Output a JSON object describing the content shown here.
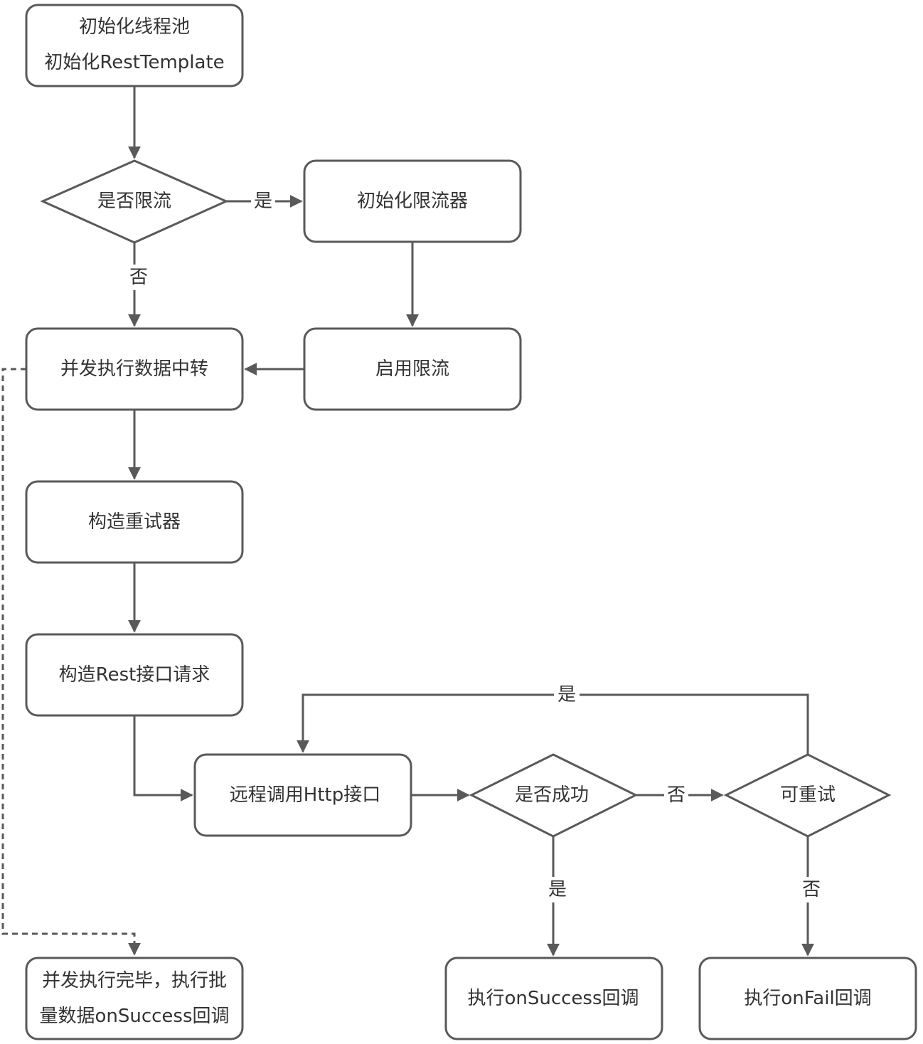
{
  "nodes": {
    "init": {
      "line1": "初始化线程池",
      "line2": "初始化RestTemplate"
    },
    "rate_limit_check": {
      "label": "是否限流"
    },
    "init_limiter": {
      "label": "初始化限流器"
    },
    "enable_limit": {
      "label": "启用限流"
    },
    "concurrent_exec": {
      "label": "并发执行数据中转"
    },
    "build_retryer": {
      "label": "构造重试器"
    },
    "build_request": {
      "label": "构造Rest接口请求"
    },
    "remote_call": {
      "label": "远程调用Http接口"
    },
    "success_check": {
      "label": "是否成功"
    },
    "retryable_check": {
      "label": "可重试"
    },
    "on_success": {
      "label": "执行onSuccess回调"
    },
    "on_fail": {
      "label": "执行onFail回调"
    },
    "batch_done": {
      "line1": "并发执行完毕，执行批",
      "line2": "量数据onSuccess回调"
    }
  },
  "edge_labels": {
    "limit_yes": "是",
    "limit_no": "否",
    "retry_yes": "是",
    "success_no": "否",
    "success_yes": "是",
    "retry_no": "否"
  },
  "colors": {
    "stroke": "#595959",
    "fill": "#ffffff",
    "text": "#333333"
  }
}
